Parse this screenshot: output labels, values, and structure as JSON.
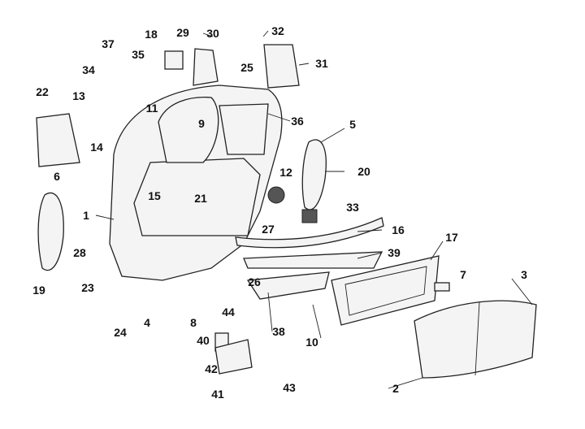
{
  "diagram": {
    "type": "exploded-parts-diagram",
    "callouts": [
      "1",
      "2",
      "3",
      "4",
      "5",
      "6",
      "7",
      "8",
      "9",
      "10",
      "11",
      "12",
      "13",
      "14",
      "15",
      "16",
      "17",
      "18",
      "19",
      "20",
      "21",
      "22",
      "23",
      "24",
      "25",
      "26",
      "27",
      "28",
      "29",
      "30",
      "31",
      "32",
      "33",
      "34",
      "35",
      "36",
      "37",
      "38",
      "39",
      "40",
      "41",
      "42",
      "43",
      "44"
    ]
  }
}
